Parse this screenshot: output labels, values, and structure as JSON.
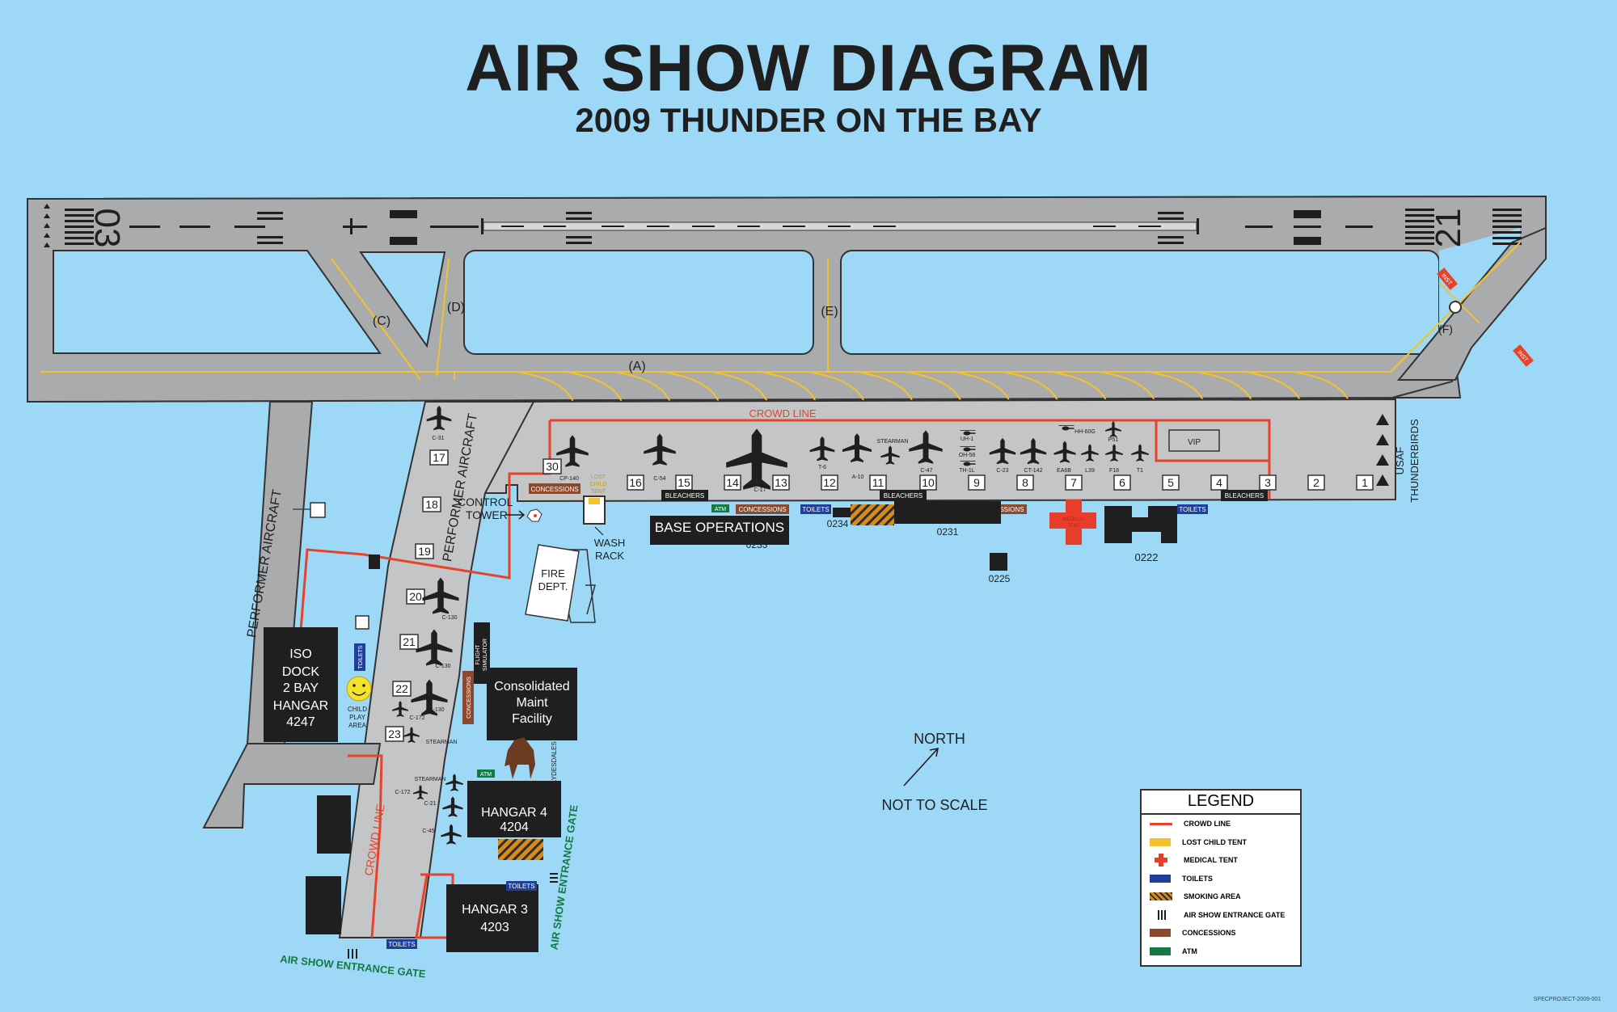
{
  "title": "AIR SHOW DIAGRAM",
  "subtitle": "2009 THUNDER ON THE BAY",
  "colors": {
    "water": "#9dd9f7",
    "pavement": "#a9abad",
    "apron": "#c4c5c7",
    "crowd_line": "#e8432a",
    "taxi_line": "#f2c230",
    "building": "#1f1f1f",
    "concessions": "#8b4a2e",
    "toilets": "#1f3f9a",
    "atm": "#137a43",
    "smoking": "#d88a1a",
    "medical": "#e73e2c"
  },
  "runway": {
    "end_left": "03",
    "end_right": "21"
  },
  "taxiways": {
    "c": "(C)",
    "d": "(D)",
    "e": "(E)",
    "a": "(A)",
    "f": "(F)"
  },
  "signs": {
    "ins1": "INST",
    "ins2": "INST"
  },
  "crowd_line_label": "CROWD LINE",
  "crowd_line_label_2": "CROWD LINE",
  "performer_aircraft_1": "PERFORMER AIRCRAFT",
  "performer_aircraft_2": "PERFORMER AIRCRAFT",
  "usaf_thunderbirds": [
    "USAF",
    "THUNDERBIRDS"
  ],
  "vip": "VIP",
  "control_tower": [
    "CONTROL",
    "TOWER"
  ],
  "wash_rack": [
    "WASH",
    "RACK"
  ],
  "lost_child_tent": [
    "LOST",
    "CHILD",
    "TENT"
  ],
  "fire_dept": [
    "FIRE",
    "DEPT."
  ],
  "base_operations": "BASE OPERATIONS",
  "building_numbers": {
    "b0233": "0233",
    "b0234": "0234",
    "b0231": "0231",
    "b0225": "0225",
    "b0222": "0222"
  },
  "medical_tent": [
    "MEDICAL",
    "TENT"
  ],
  "iso_dock": [
    "ISO",
    "DOCK",
    "2 BAY",
    "HANGAR",
    "4247"
  ],
  "consolidated": [
    "Consolidated",
    "Maint",
    "Facility"
  ],
  "hangar4": [
    "HANGAR 4",
    "4204"
  ],
  "hangar3": [
    "HANGAR 3",
    "4203"
  ],
  "flight_simulator": [
    "FLIGHT",
    "SIMULATOR"
  ],
  "clydesdales": "CLYDESDALES",
  "child_play_area": [
    "CHILD",
    "PLAY",
    "AREA"
  ],
  "entrance_gate_1": "AIR SHOW ENTRANCE GATE",
  "entrance_gate_2": "AIR SHOW ENTRANCE GATE",
  "north": "NORTH",
  "not_to_scale": "NOT TO SCALE",
  "tags": {
    "concessions": "CONCESSIONS",
    "bleachers": "BLEACHERS",
    "toilets": "TOILETS",
    "atm": "ATM"
  },
  "spots_top": [
    "1",
    "2",
    "3",
    "4",
    "5",
    "6",
    "7",
    "8",
    "9",
    "10",
    "11",
    "12",
    "13",
    "14",
    "15",
    "16"
  ],
  "spots_left": [
    "17",
    "18",
    "19",
    "20",
    "21",
    "22",
    "23"
  ],
  "spot_30": "30",
  "aircraft_labels": {
    "cp140": "CP-140",
    "c54": "C-54",
    "c17": "C-17",
    "t6": "T-6",
    "a10": "A-10",
    "stearman_top": "STEARMAN",
    "c47": "C-47",
    "uh1": "UH-1",
    "oh58": "OH-58",
    "th1l": "TH-1L",
    "c23": "C-23",
    "ct142": "CT-142",
    "hh60g": "HH-60G",
    "ea6b": "EA6B",
    "l39": "L39",
    "p51": "P51",
    "f18": "F18",
    "t1": "T1",
    "c31": "C-31",
    "c130a": "C-130",
    "c130b": "C-130",
    "c130c": "C-130",
    "c172a": "C-172",
    "stearman_left": "STEARMAN",
    "stearman_low": "STEARMAN",
    "c172b": "C-172",
    "c21": "C-21",
    "c45": "C-45"
  },
  "legend": {
    "title": "LEGEND",
    "items": [
      {
        "label": "CROWD LINE",
        "color": "#e8432a",
        "kind": "line"
      },
      {
        "label": "LOST CHILD TENT",
        "color": "#f2c230",
        "kind": "box"
      },
      {
        "label": "MEDICAL TENT",
        "color": "#e73e2c",
        "kind": "cross"
      },
      {
        "label": "TOILETS",
        "color": "#1f3f9a",
        "kind": "box"
      },
      {
        "label": "SMOKING AREA",
        "color": "#d88a1a",
        "kind": "hatch"
      },
      {
        "label": "AIR SHOW ENTRANCE GATE",
        "color": "#1f1f1f",
        "kind": "gate"
      },
      {
        "label": "CONCESSIONS",
        "color": "#8b4a2e",
        "kind": "box"
      },
      {
        "label": "ATM",
        "color": "#137a43",
        "kind": "box"
      }
    ]
  },
  "footer": "SPECPROJECT-2009-001"
}
